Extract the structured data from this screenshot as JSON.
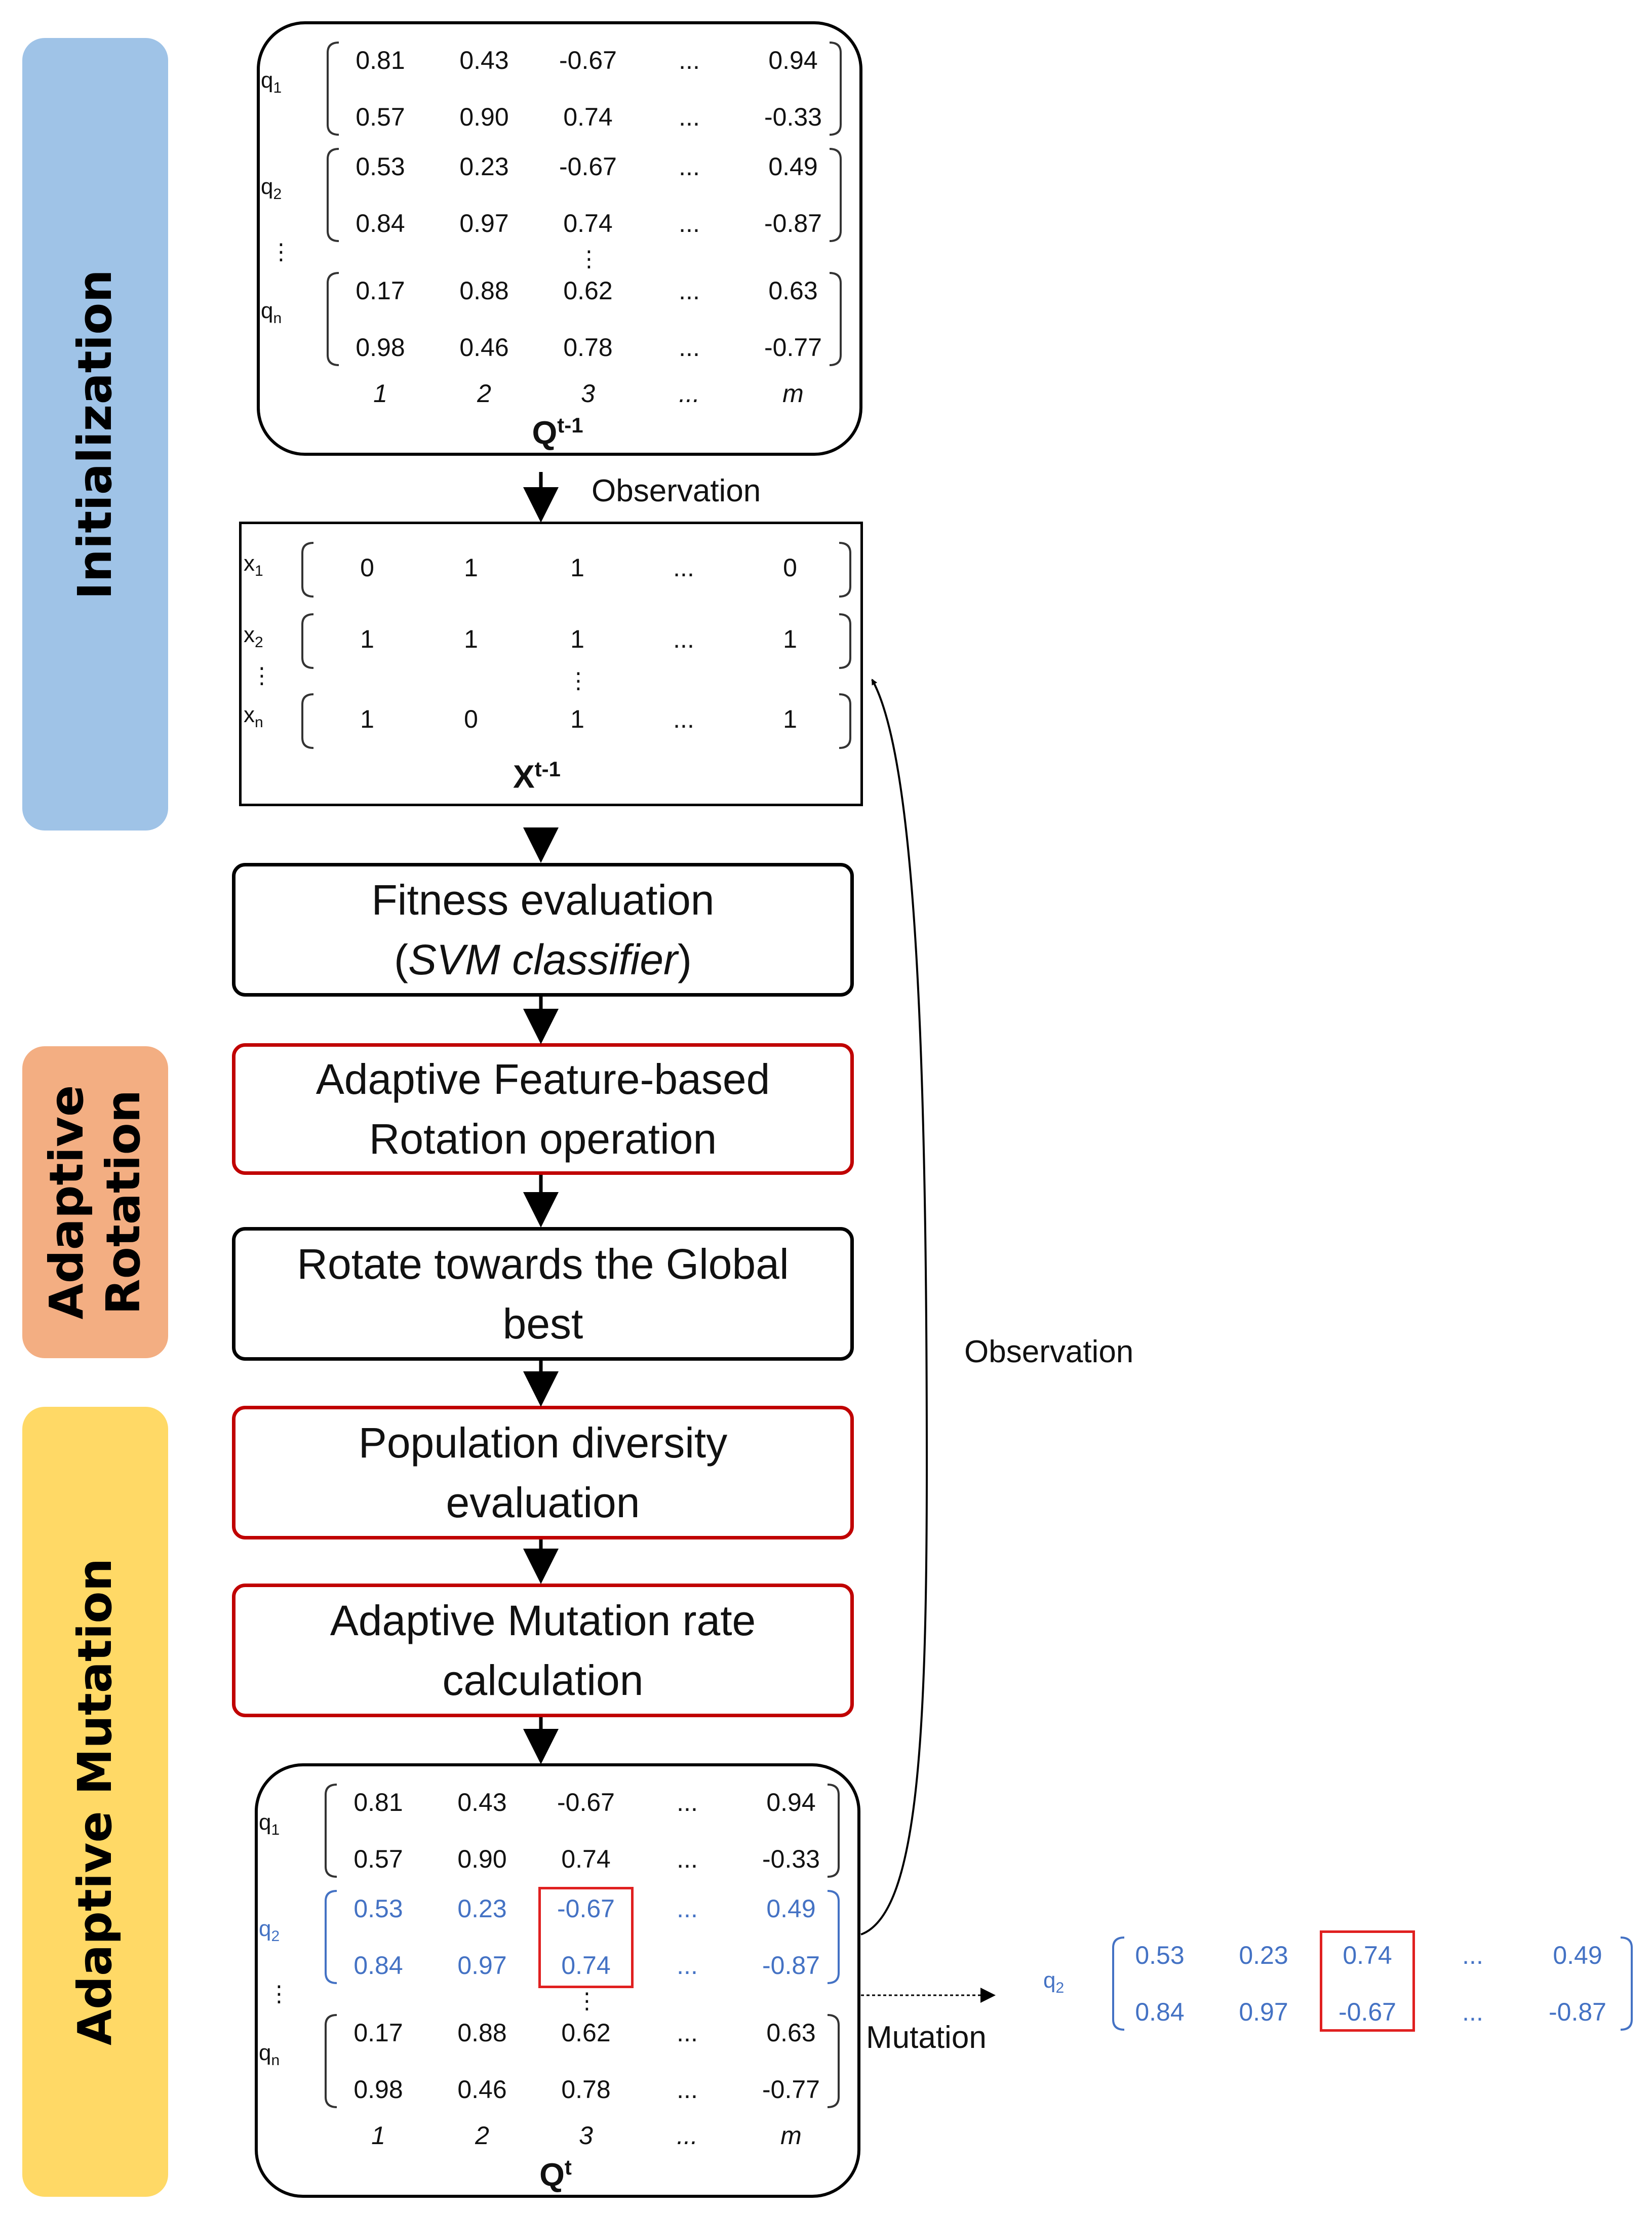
{
  "bands": {
    "initialization": "Initialization",
    "adaptive_rotation": "Adaptive Rotation",
    "adaptive_mutation": "Adaptive Mutation"
  },
  "q_prev": {
    "title": "Q",
    "title_sup": "t-1",
    "row_labels": [
      "q",
      "q",
      "q"
    ],
    "row_subs": [
      "1",
      "2",
      "n"
    ],
    "rows": [
      [
        "0.81",
        "0.43",
        "-0.67",
        "...",
        "0.94"
      ],
      [
        "0.57",
        "0.90",
        "0.74",
        "...",
        "-0.33"
      ],
      [
        "0.53",
        "0.23",
        "-0.67",
        "...",
        "0.49"
      ],
      [
        "0.84",
        "0.97",
        "0.74",
        "...",
        "-0.87"
      ],
      [
        "0.17",
        "0.88",
        "0.62",
        "...",
        "0.63"
      ],
      [
        "0.98",
        "0.46",
        "0.78",
        "...",
        "-0.77"
      ]
    ],
    "col_index": [
      "1",
      "2",
      "3",
      "...",
      "m"
    ]
  },
  "x_prev": {
    "title": "X",
    "title_sup": "t-1",
    "row_labels": [
      "x",
      "x",
      "x"
    ],
    "row_subs": [
      "1",
      "2",
      "n"
    ],
    "rows": [
      [
        "0",
        "1",
        "1",
        "...",
        "0"
      ],
      [
        "1",
        "1",
        "1",
        "...",
        "1"
      ],
      [
        "1",
        "0",
        "1",
        "...",
        "1"
      ]
    ]
  },
  "q_next": {
    "title": "Q",
    "title_sup": "t",
    "row_labels": [
      "q",
      "q",
      "q"
    ],
    "row_subs": [
      "1",
      "2",
      "n"
    ],
    "rows": [
      [
        "0.81",
        "0.43",
        "-0.67",
        "...",
        "0.94"
      ],
      [
        "0.57",
        "0.90",
        "0.74",
        "...",
        "-0.33"
      ],
      [
        "0.53",
        "0.23",
        "-0.67",
        "...",
        "0.49"
      ],
      [
        "0.84",
        "0.97",
        "0.74",
        "...",
        "-0.87"
      ],
      [
        "0.17",
        "0.88",
        "0.62",
        "...",
        "0.63"
      ],
      [
        "0.98",
        "0.46",
        "0.78",
        "...",
        "-0.77"
      ]
    ],
    "col_index": [
      "1",
      "2",
      "3",
      "...",
      "m"
    ]
  },
  "q2_mutated": {
    "row_label": "q",
    "row_sub": "2",
    "rows": [
      [
        "0.53",
        "0.23",
        "0.74",
        "...",
        "0.49"
      ],
      [
        "0.84",
        "0.97",
        "-0.67",
        "...",
        "-0.87"
      ]
    ]
  },
  "steps": {
    "fitness_line1": "Fitness evaluation",
    "fitness_line2": "SVM classifier",
    "rotation_op_line1": "Adaptive Feature-based",
    "rotation_op_line2": "Rotation operation",
    "rotate_global_line1": "Rotate towards the Global",
    "rotate_global_line2": "best",
    "diversity_line1": "Population diversity",
    "diversity_line2": "evaluation",
    "mutation_rate_line1": "Adaptive Mutation rate",
    "mutation_rate_line2": "calculation"
  },
  "edge_labels": {
    "observation_top": "Observation",
    "observation_loop": "Observation",
    "mutation": "Mutation"
  },
  "colors": {
    "band_initialization": "#9fc3e7",
    "band_rotation": "#f3ae82",
    "band_mutation": "#ffd966",
    "adaptive_step_border": "#c00000",
    "mutated_values": "#4472c4",
    "highlight": "#e02020"
  }
}
